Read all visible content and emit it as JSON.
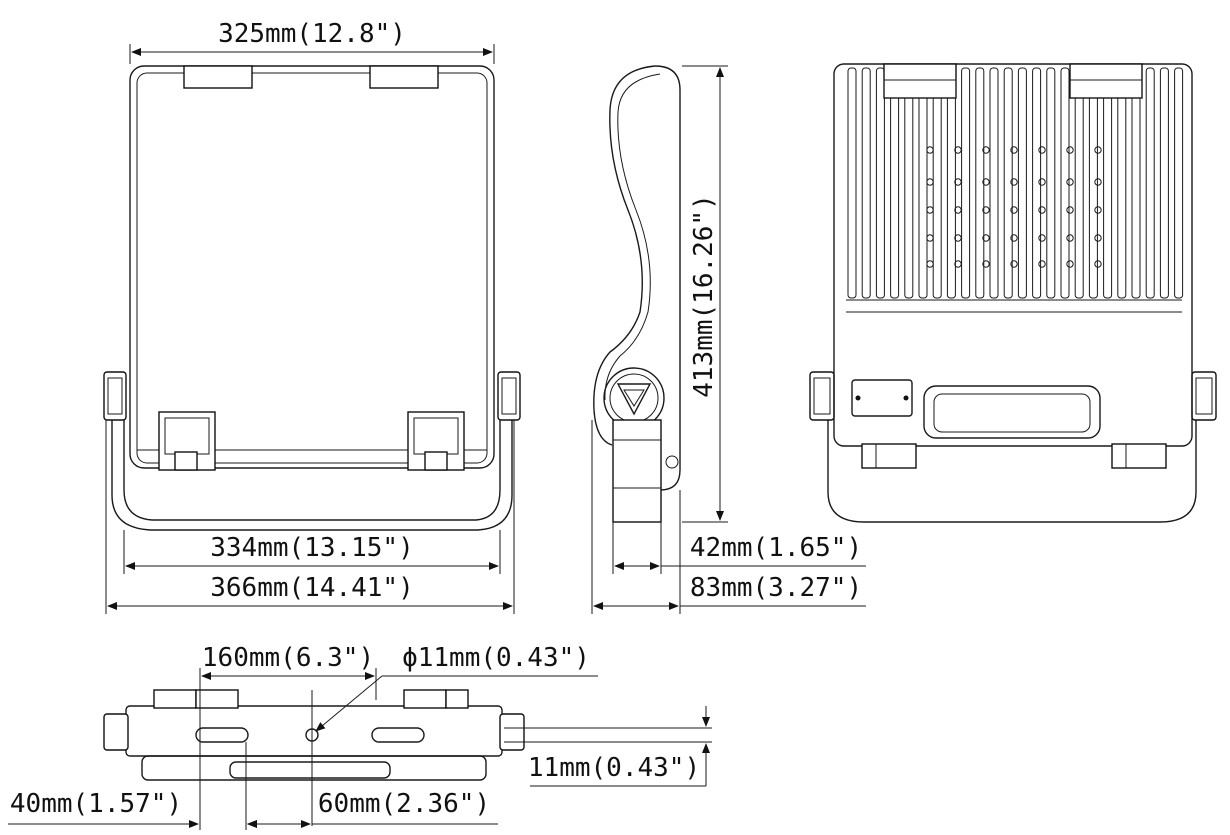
{
  "dimensions": {
    "front_top_width": "325mm(12.8\")",
    "front_inner_width": "334mm(13.15\")",
    "front_outer_width": "366mm(14.41\")",
    "side_height": "413mm(16.26\")",
    "side_depth_bracket": "42mm(1.65\")",
    "side_depth_total": "83mm(3.27\")",
    "bottom_slot_spacing": "160mm(6.3\")",
    "bottom_hole_diameter": "ϕ11mm(0.43\")",
    "bottom_thickness": "11mm(0.43\")",
    "bottom_slot_length": "40mm(1.57\")",
    "bottom_center_offset": "60mm(2.36\")"
  },
  "colors": {
    "line": "#1a1a1a",
    "background": "#ffffff"
  }
}
